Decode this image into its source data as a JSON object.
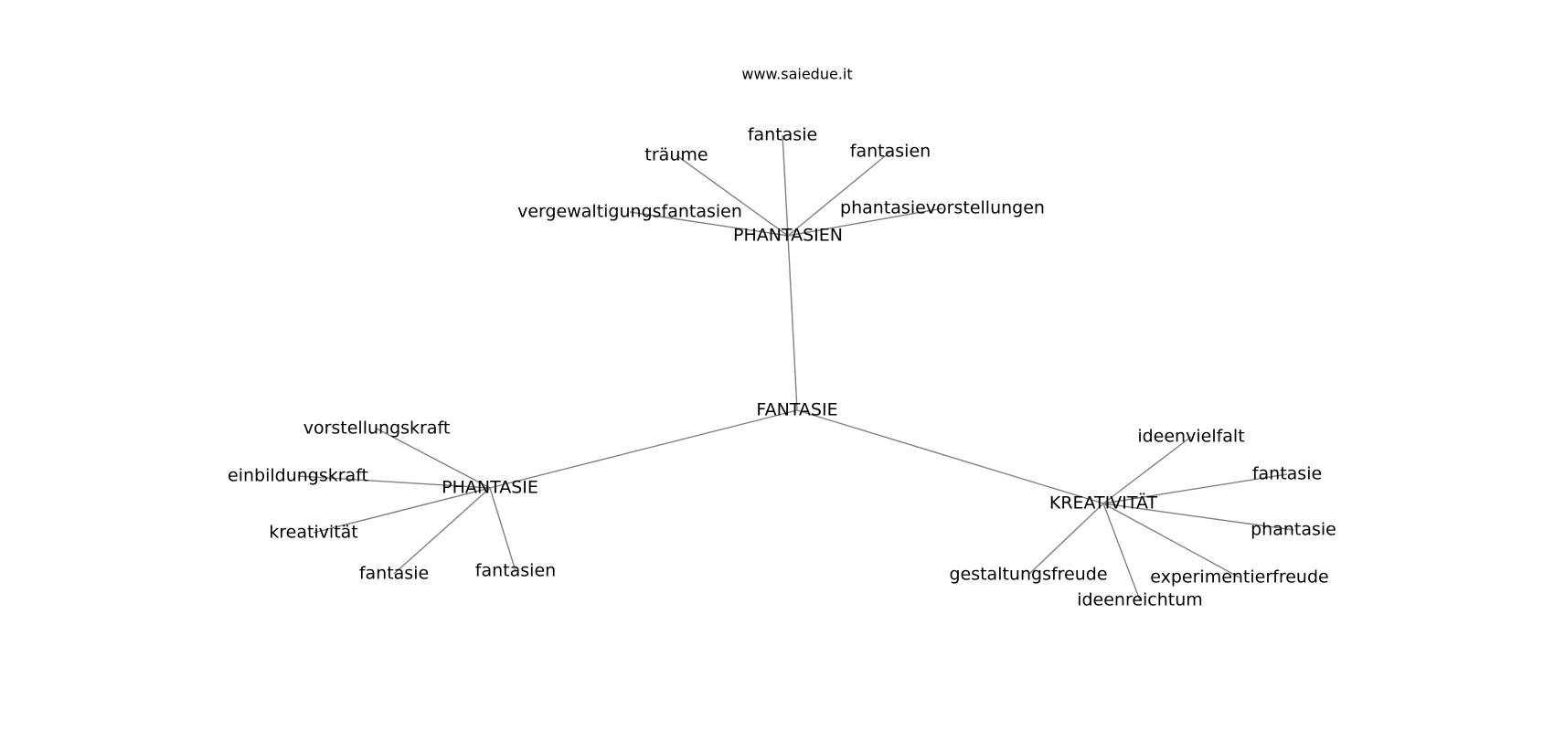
{
  "source": "www.saiedue.it",
  "graph": {
    "root": "FANTASIE",
    "branches": [
      {
        "label": "PHANTASIEN",
        "children": [
          "fantasie",
          "träume",
          "fantasien",
          "vergewaltigungsfantasien",
          "phantasievorstellungen"
        ]
      },
      {
        "label": "PHANTASIE",
        "children": [
          "vorstellungskraft",
          "einbildungskraft",
          "kreativität",
          "fantasie",
          "fantasien"
        ]
      },
      {
        "label": "KREATIVITÄT",
        "children": [
          "ideenvielfalt",
          "fantasie",
          "phantasie",
          "gestaltungsfreude",
          "experimentierfreude",
          "ideenreichtum"
        ]
      }
    ]
  },
  "colors": {
    "edge": "#808080",
    "text": "#000000",
    "background": "#ffffff"
  }
}
